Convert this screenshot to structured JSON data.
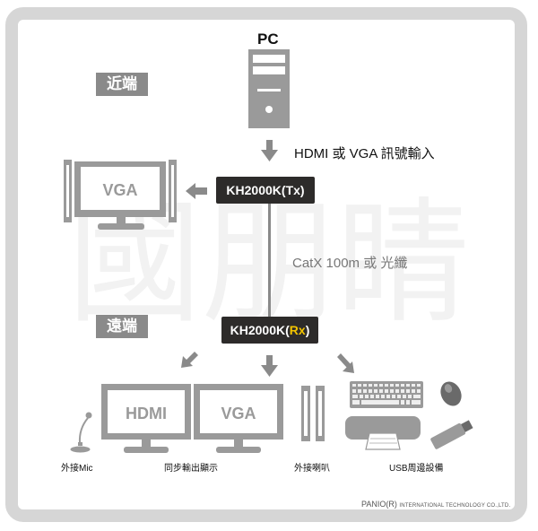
{
  "labels": {
    "pc": "PC",
    "near_end": "近端",
    "far_end": "遠端",
    "hdmi_vga_input": "HDMI 或 VGA 訊號輸入",
    "cable": "CatX 100m 或 光纖",
    "tx_prefix": "KH2000K(",
    "tx_suffix": "Tx",
    "tx_close": ")",
    "rx_prefix": "KH2000K(",
    "rx_suffix": "Rx",
    "rx_close": ")",
    "local_monitor": "VGA",
    "remote_monitor_hdmi": "HDMI",
    "remote_monitor_vga": "VGA",
    "watermark_chars": "國朋睛"
  },
  "captions": {
    "mic": "外接Mic",
    "sync_output": "同步輸出顯示",
    "speaker": "外接喇叭",
    "usb": "USB周邊設備"
  },
  "footer": {
    "brand": "PANIO(R)",
    "company": "INTERNATIONAL TECHNOLOGY CO.,LTD."
  },
  "colors": {
    "frame": "#d6d6d6",
    "device_box": "#2d2b2a",
    "label_box": "#8a8a8a",
    "rx_accent": "#f2c400",
    "device_gray": "#9a9a9a"
  }
}
